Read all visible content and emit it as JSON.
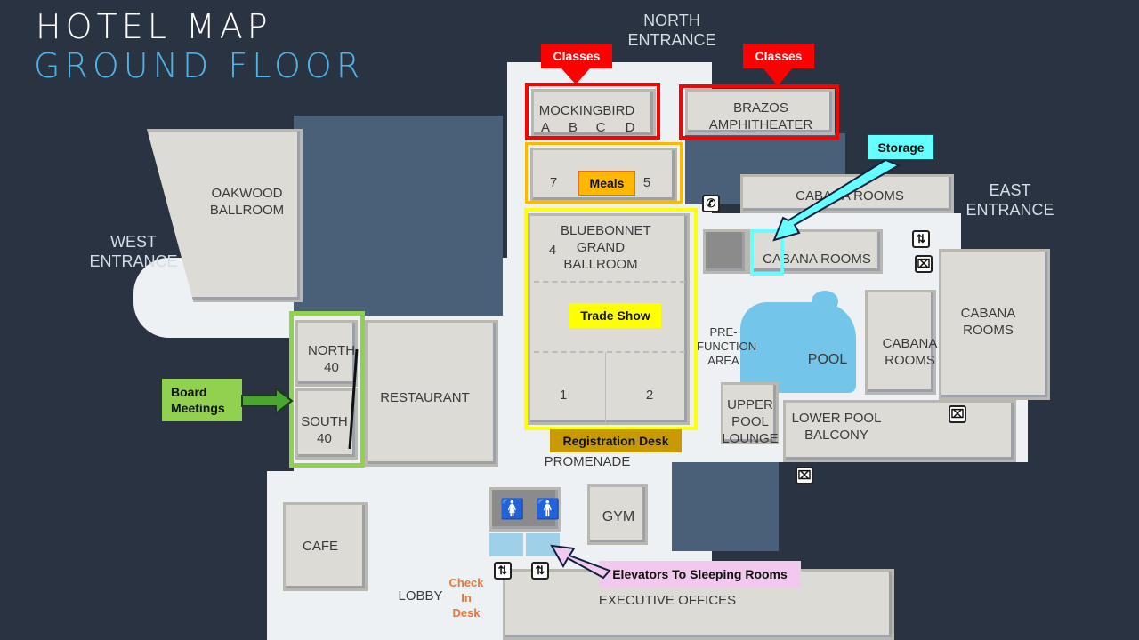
{
  "header": {
    "title": "HOTEL MAP",
    "subtitle": "GROUND FLOOR"
  },
  "entrances": {
    "north": [
      "NORTH",
      "ENTRANCE"
    ],
    "east": [
      "EAST",
      "ENTRANCE"
    ],
    "west": [
      "WEST",
      "ENTRANCE"
    ]
  },
  "rooms": {
    "oakwood": [
      "OAKWOOD",
      "BALLROOM"
    ],
    "mockingbird": "MOCKINGBIRD",
    "mockingbird_sections": [
      "A",
      "B",
      "C",
      "D"
    ],
    "brazos": [
      "BRAZOS",
      "AMPHITHEATER"
    ],
    "room7": "7",
    "room5": "5",
    "room4": "4",
    "bluebonnet": [
      "BLUEBONNET",
      "GRAND",
      "BALLROOM"
    ],
    "room1": "1",
    "room2": "2",
    "cabana_top": "CABANA ROOMS",
    "cabana_mid": "CABANA ROOMS",
    "cabana_right": [
      "CABANA",
      "ROOMS"
    ],
    "cabana_center": [
      "CABANA",
      "ROOMS"
    ],
    "prefunction": [
      "PRE-",
      "FUNCTION",
      "AREA"
    ],
    "pool": "POOL",
    "upper_pool_lounge": [
      "UPPER",
      "POOL",
      "LOUNGE"
    ],
    "lower_pool_balcony": [
      "LOWER POOL",
      "BALCONY"
    ],
    "north40": [
      "NORTH",
      "40"
    ],
    "south40": [
      "SOUTH",
      "40"
    ],
    "restaurant": "RESTAURANT",
    "promenade": "PROMENADE",
    "gym": "GYM",
    "cafe": "CAFE",
    "lobby": "LOBBY",
    "executive_offices": "EXECUTIVE OFFICES"
  },
  "annotations": {
    "classes_left": "Classes",
    "classes_right": "Classes",
    "meals": "Meals",
    "trade_show": "Trade Show",
    "registration_desk": "Registration Desk",
    "storage": "Storage",
    "board_meetings": [
      "Board",
      "Meetings"
    ],
    "elevators": "Elevators To Sleeping Rooms",
    "check_in": [
      "Check",
      "In",
      "Desk"
    ]
  },
  "icons": {
    "phone": "phone-icon",
    "elevator": "elevator-icon",
    "stairs": "stairs-icon",
    "restroom_women": "restroom-women-icon",
    "restroom_men": "restroom-men-icon"
  },
  "colors": {
    "background": "#2a3342",
    "title": "#ffffff",
    "subtitle": "#4fb3e6",
    "classes": "#ff0000",
    "meals": "#ffb800",
    "trade_show": "#ffff00",
    "registration": "#c99a00",
    "storage": "#66ffff",
    "board_meetings": "#92d050",
    "elevators": "#f2c9ee",
    "check_in": "#e8763a"
  }
}
